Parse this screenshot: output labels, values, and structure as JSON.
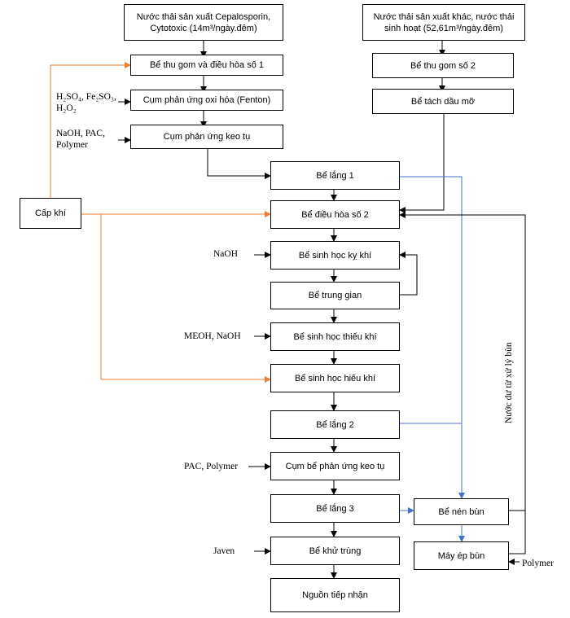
{
  "nodes": {
    "input_cepha": "Nước thải sản xuất Cepalosporin, Cytotoxic (14m³/ngày.đêm)",
    "input_other": "Nước thải sản xuất khác, nước thải sinh hoạt (52,61m³/ngày.đêm)",
    "collect1": "Bể thu gom và điều hòa số 1",
    "fenton": "Cụm phản ứng oxi hóa (Fenton)",
    "coag1": "Cụm phản ứng keo tụ",
    "collect2": "Bể thu gom số 2",
    "oilsep": "Bể tách dầu mỡ",
    "settle1": "Bể lắng 1",
    "equal2": "Bể điều hòa số 2",
    "anaerobic": "Bể sinh học kỵ khí",
    "intermediate": "Bể trung gian",
    "anoxic": "Bể sinh học thiếu khí",
    "aerobic": "Bể sinh học hiếu khí",
    "settle2": "Bể lắng 2",
    "coag2": "Cụm bể phản ứng keo tụ",
    "settle3": "Bể lắng 3",
    "disinfect": "Bể khử trùng",
    "receiver": "Nguồn tiếp nhận",
    "air": "Cấp khí",
    "thickener": "Bể nén bùn",
    "press": "Máy ép bùn"
  },
  "labels": {
    "chem_fenton": "H₂SO₄, Fe₂SO₃, H₂O₂",
    "chem_coag1": "NaOH, PAC, Polymer",
    "chem_anaerobic": "NaOH",
    "chem_anoxic": "MEOH, NaOH",
    "chem_coag2": "PAC, Polymer",
    "chem_disinfect": "Javen",
    "chem_press": "Polymer",
    "sludge_water": "Nước dư từ xử lý bùn"
  },
  "colors": {
    "line": "#000000",
    "air_line": "#ed7d31",
    "sludge_line": "#4472c4"
  }
}
